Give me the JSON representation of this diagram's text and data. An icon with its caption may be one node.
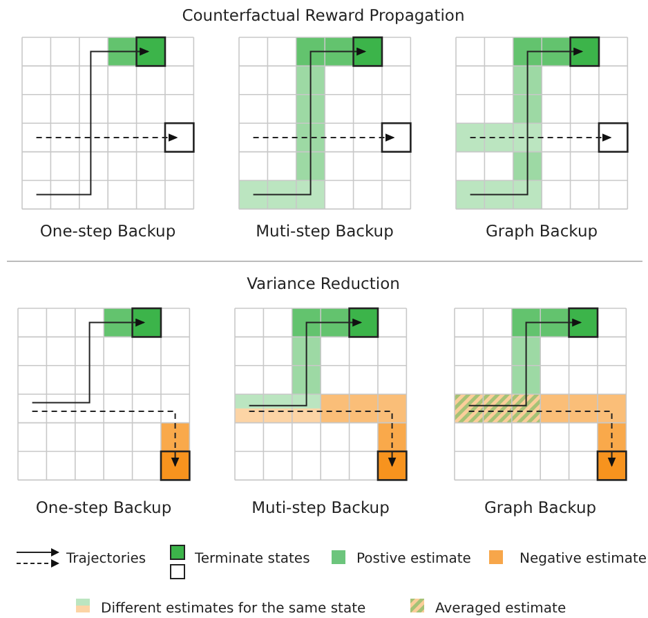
{
  "diagram": {
    "labels": [
      "Counterfactual Reward Propagation",
      "One-step Backup",
      "Muti-step Backup",
      "Graph Backup",
      "Variance Reduction",
      "One-step Backup",
      "Muti-step Backup",
      "Graph Backup"
    ],
    "legend": [
      {
        "text": "Trajectories"
      },
      {
        "text": "Terminate states"
      },
      {
        "text": "Postive estimate",
        "color": "#6cc57c"
      },
      {
        "text": "Negative estimate",
        "color": "#f7a64a"
      },
      {
        "text": "Different estimates for the same state"
      },
      {
        "text": "Averaged estimate"
      }
    ]
  }
}
